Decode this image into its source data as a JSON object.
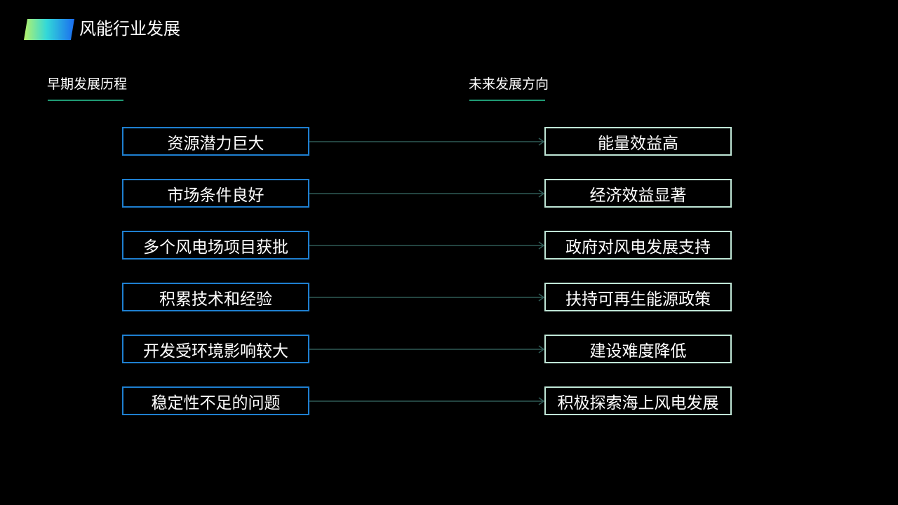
{
  "header": {
    "title": "风能行业发展"
  },
  "columns": {
    "left_heading": "早期发展历程",
    "right_heading": "未来发展方向"
  },
  "rows": [
    {
      "left": "资源潜力巨大",
      "right": "能量效益高"
    },
    {
      "left": "市场条件良好",
      "right": "经济效益显著"
    },
    {
      "left": "多个风电场项目获批",
      "right": "政府对风电发展支持"
    },
    {
      "left": "积累技术和经验",
      "right": "扶持可再生能源政策"
    },
    {
      "left": "开发受环境影响较大",
      "right": "建设难度降低"
    },
    {
      "left": "稳定性不足的问题",
      "right": "积极探索海上风电发展"
    }
  ],
  "colors": {
    "background": "#000000",
    "left_border": "#1e7fd0",
    "right_border": "#bfe6d6",
    "underline": "#1f9a74",
    "connector": "#2f5a55"
  }
}
